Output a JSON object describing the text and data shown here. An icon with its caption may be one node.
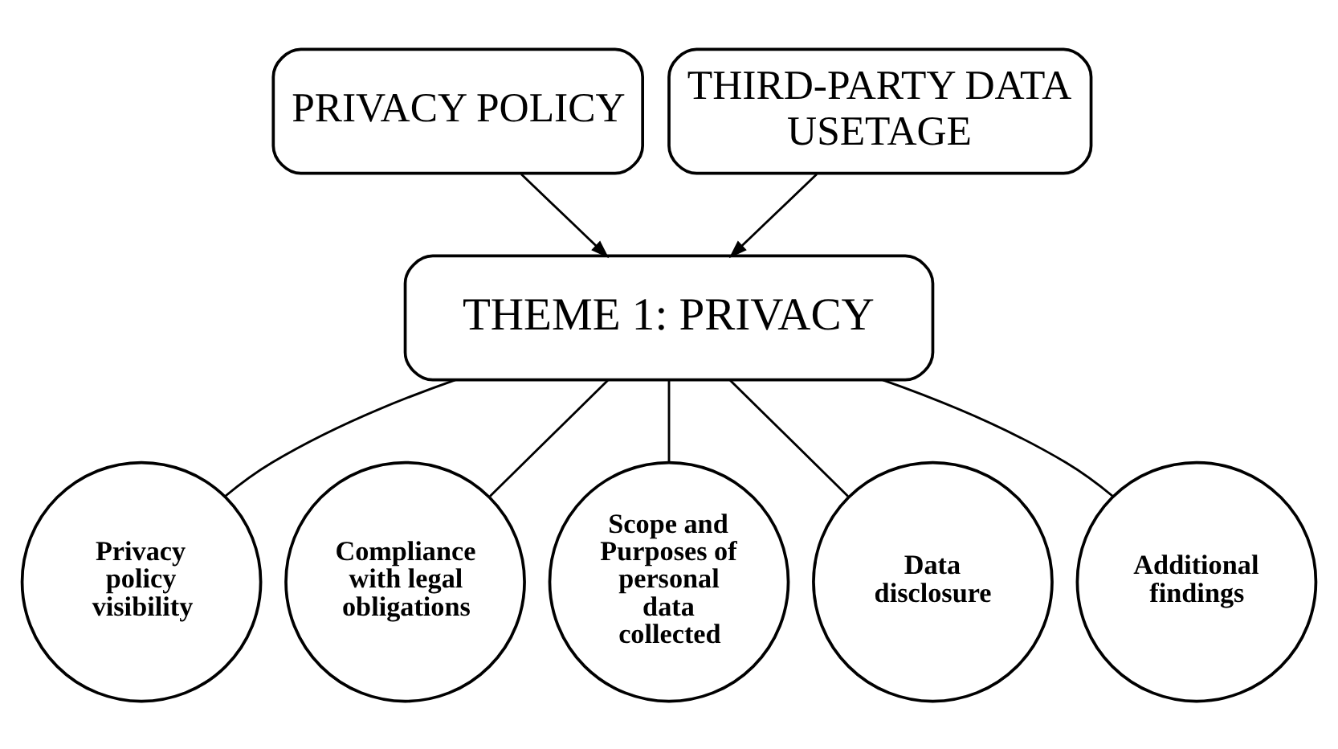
{
  "diagram": {
    "nodes": [
      {
        "text": [
          "PRIVACY POLICY"
        ]
      },
      {
        "text": [
          "THIRD-PARTY DATA USETAGE"
        ]
      },
      {
        "text": [
          "THEME 1: PRIVACY"
        ]
      },
      {
        "text": [
          "Privacy policy visibility"
        ]
      },
      {
        "text": [
          "Compliance with legal obligations"
        ]
      },
      {
        "text": [
          "Scope and Purposes of personal data collected"
        ]
      },
      {
        "text": [
          "Data disclosure"
        ]
      },
      {
        "text": [
          "Additional findings"
        ]
      }
    ],
    "edges": [
      {
        "from": 0,
        "to": 2,
        "arrow": "to"
      },
      {
        "from": 1,
        "to": 2,
        "arrow": "to"
      },
      {
        "from": 2,
        "to": 3,
        "arrow": "none"
      },
      {
        "from": 2,
        "to": 4,
        "arrow": "none"
      },
      {
        "from": 2,
        "to": 5,
        "arrow": "none"
      },
      {
        "from": 2,
        "to": 6,
        "arrow": "none"
      },
      {
        "from": 2,
        "to": 7,
        "arrow": "none"
      }
    ]
  }
}
